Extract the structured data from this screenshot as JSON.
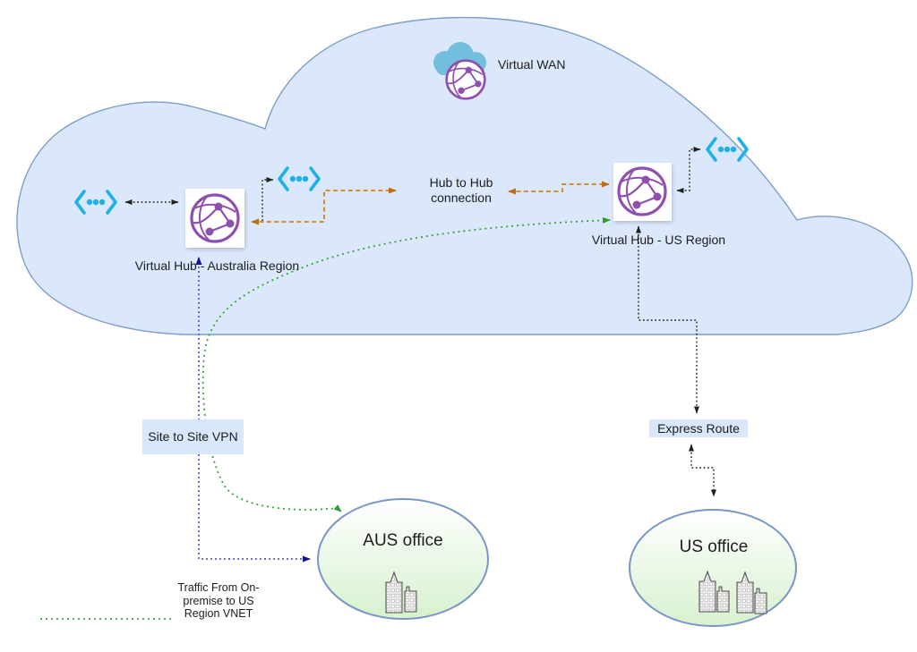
{
  "cloud": {
    "label": "Virtual WAN"
  },
  "hubs": {
    "australia_label": "Virtual Hub - Australia Region",
    "us_label": "Virtual Hub - US Region"
  },
  "connections": {
    "hub_to_hub_label": "Hub to Hub connection",
    "site_to_site_label": "Site to Site VPN",
    "express_route_label": "Express Route"
  },
  "offices": {
    "aus_label": "AUS office",
    "us_label": "US office"
  },
  "legend": {
    "traffic_note": "Traffic From On-premise to US Region VNET"
  },
  "icons": [
    "virtual-wan-cloud-icon",
    "virtual-hub-globe-icon",
    "vnet-brackets-icon",
    "office-buildings-icon"
  ],
  "colors": {
    "cloud_fill": "#dbe8fb",
    "cloud_stroke": "#7e9dc9",
    "label_box_fill": "#d9e7fb",
    "vnet_cyan": "#1fb0e8",
    "hub_purple": "#8f4fad",
    "wan_cloud_blue": "#72bedd",
    "orange_dashed": "#d2801e",
    "green_dotted": "#3aa33a",
    "blue_dotted": "#5b5bd6",
    "blue_arrow": "#14149a",
    "office_fill_bottom": "#d7f1cf",
    "office_stroke": "#7a96c8",
    "black_dotted": "#1f1f1f"
  }
}
